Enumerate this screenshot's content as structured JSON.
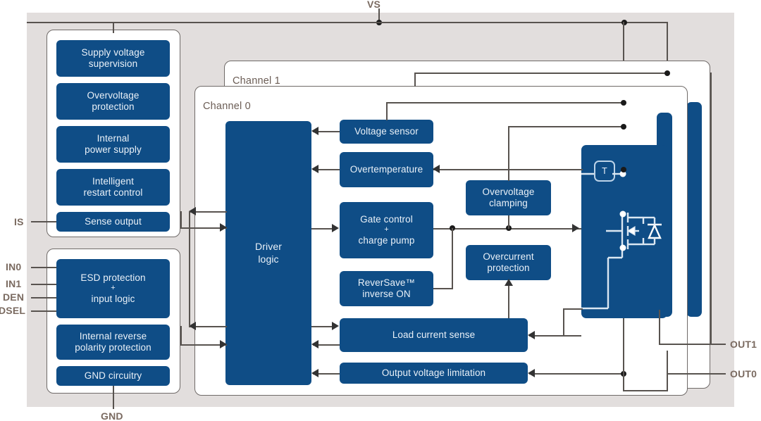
{
  "diagram": {
    "title_pins": {
      "vs": "VS",
      "gnd": "GND",
      "is": "IS",
      "in0": "IN0",
      "in1": "IN1",
      "den": "DEN",
      "dsel": "DSEL",
      "out1": "OUT1",
      "out0": "OUT0"
    },
    "channels": {
      "channel1": "Channel 1",
      "channel0": "Channel 0"
    },
    "supply_group": [
      {
        "id": "supply-voltage-supervision",
        "lines": [
          "Supply voltage",
          "supervision"
        ]
      },
      {
        "id": "overvoltage-protection",
        "lines": [
          "Overvoltage",
          "protection"
        ]
      },
      {
        "id": "internal-power-supply",
        "lines": [
          "Internal",
          "power supply"
        ]
      },
      {
        "id": "intelligent-restart-control",
        "lines": [
          "Intelligent",
          "restart control"
        ]
      },
      {
        "id": "sense-output",
        "lines": [
          "Sense output"
        ]
      }
    ],
    "input_group": [
      {
        "id": "esd-protection-input-logic",
        "lines": [
          "ESD protection",
          "+",
          "input logic"
        ]
      },
      {
        "id": "internal-reverse-polarity-protection",
        "lines": [
          "Internal reverse",
          "polarity protection"
        ]
      },
      {
        "id": "gnd-circuitry",
        "lines": [
          "GND circuitry"
        ]
      }
    ],
    "channel0_blocks": [
      {
        "id": "driver-logic",
        "lines": [
          "Driver",
          "logic"
        ]
      },
      {
        "id": "voltage-sensor",
        "lines": [
          "Voltage sensor"
        ]
      },
      {
        "id": "overtemperature",
        "lines": [
          "Overtemperature"
        ]
      },
      {
        "id": "gate-control-charge-pump",
        "lines": [
          "Gate control",
          "+",
          "charge pump"
        ]
      },
      {
        "id": "reversave-inverse-on",
        "lines": [
          "ReverSave™",
          "inverse ON"
        ]
      },
      {
        "id": "overvoltage-clamping",
        "lines": [
          "Overvoltage",
          "clamping"
        ]
      },
      {
        "id": "overcurrent-protection",
        "lines": [
          "Overcurrent",
          "protection"
        ]
      },
      {
        "id": "load-current-sense",
        "lines": [
          "Load current sense"
        ]
      },
      {
        "id": "output-voltage-limitation",
        "lines": [
          "Output voltage limitation"
        ]
      }
    ],
    "power_stage": {
      "temp_sensor_label": "T"
    },
    "colors": {
      "block_blue": "#0f4d86",
      "device_background": "#e2dedd",
      "panel_border": "#6f6a68",
      "wire": "#58534f",
      "pin_label": "#7a6a60",
      "channel_label": "#6b5d55",
      "block_text": "#eaf1f8"
    }
  }
}
